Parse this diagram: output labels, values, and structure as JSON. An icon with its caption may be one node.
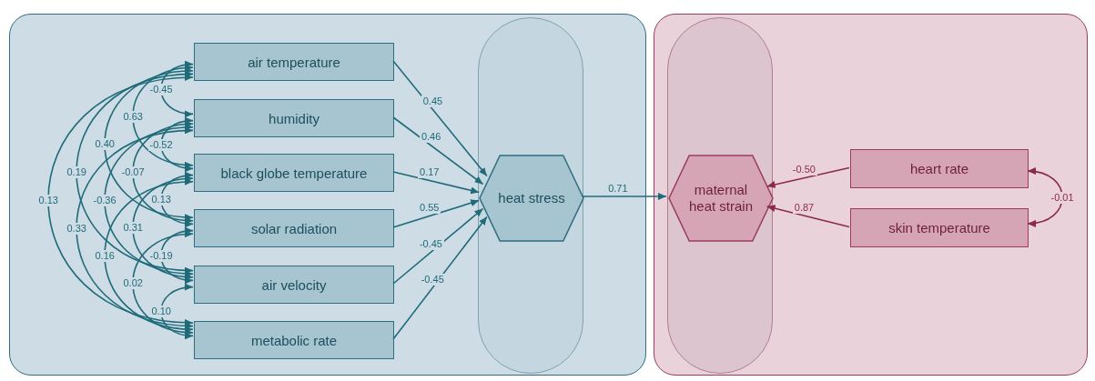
{
  "diagram": {
    "nodes": [
      {
        "text": [],
        "shape": "box"
      },
      {
        "text": [
          "air temperature"
        ],
        "in": 0
      },
      {
        "text": [
          "humidity"
        ],
        "in": 0
      },
      {
        "text": [
          "black globe temperature"
        ],
        "in": 0
      },
      {
        "text": [
          "solar radiation"
        ],
        "in": 0
      },
      {
        "text": [
          "air velocity"
        ],
        "in": 0
      },
      {
        "text": [
          "metabolic rate"
        ],
        "in": 0
      },
      {
        "text": [],
        "shape": "box",
        "in": 0
      },
      {
        "text": [
          "heat stress"
        ],
        "in": 7
      },
      {
        "text": [],
        "shape": "box"
      },
      {
        "text": [],
        "shape": "box",
        "in": 9
      },
      {
        "text": [
          "maternal heat strain"
        ],
        "in": 10
      },
      {
        "text": [
          "heart rate"
        ],
        "in": 9
      },
      {
        "text": [
          "skin temperature"
        ],
        "in": 9
      }
    ],
    "edges": [
      {
        "from": 1,
        "to": 2,
        "arrow": "both",
        "label": "-0.45"
      },
      {
        "from": 1,
        "to": 3,
        "arrow": "both",
        "label": "0.63"
      },
      {
        "from": 1,
        "to": 4,
        "arrow": "both",
        "label": "0.40"
      },
      {
        "from": 1,
        "to": 5,
        "arrow": "both",
        "label": "0.19"
      },
      {
        "from": 1,
        "to": 6,
        "arrow": "both",
        "label": "0.13"
      },
      {
        "from": 2,
        "to": 3,
        "arrow": "both",
        "label": "-0.52"
      },
      {
        "from": 2,
        "to": 4,
        "arrow": "both",
        "label": "-0.07"
      },
      {
        "from": 2,
        "to": 5,
        "arrow": "both",
        "label": "-0.36"
      },
      {
        "from": 2,
        "to": 6,
        "arrow": "both",
        "label": "0.33"
      },
      {
        "from": 3,
        "to": 4,
        "arrow": "both",
        "label": "0.13"
      },
      {
        "from": 3,
        "to": 5,
        "arrow": "both",
        "label": "0.31"
      },
      {
        "from": 3,
        "to": 6,
        "arrow": "both",
        "label": "0.16"
      },
      {
        "from": 4,
        "to": 5,
        "arrow": "both",
        "label": "-0.19"
      },
      {
        "from": 4,
        "to": 6,
        "arrow": "both",
        "label": "0.02"
      },
      {
        "from": 5,
        "to": 6,
        "arrow": "both",
        "label": "0.10"
      },
      {
        "from": 1,
        "to": 8,
        "arrow": "to",
        "label": "0.45"
      },
      {
        "from": 2,
        "to": 8,
        "arrow": "to",
        "label": "0.46"
      },
      {
        "from": 3,
        "to": 8,
        "arrow": "to",
        "label": "0.17"
      },
      {
        "from": 4,
        "to": 8,
        "arrow": "to",
        "label": "0.55"
      },
      {
        "from": 5,
        "to": 8,
        "arrow": "to",
        "label": "-0.45"
      },
      {
        "from": 6,
        "to": 8,
        "arrow": "to",
        "label": "-0.45"
      },
      {
        "from": 8,
        "to": 11,
        "arrow": "to",
        "label": "0.71"
      },
      {
        "from": 12,
        "to": 11,
        "arrow": "to",
        "label": "-0.50",
        "color": "#8b2a4a"
      },
      {
        "from": 13,
        "to": 11,
        "arrow": "to",
        "label": "0.87",
        "color": "#8b2a4a"
      },
      {
        "from": 12,
        "to": 13,
        "arrow": "both",
        "label": "-0.01",
        "color": "#8b2a4a"
      }
    ]
  }
}
